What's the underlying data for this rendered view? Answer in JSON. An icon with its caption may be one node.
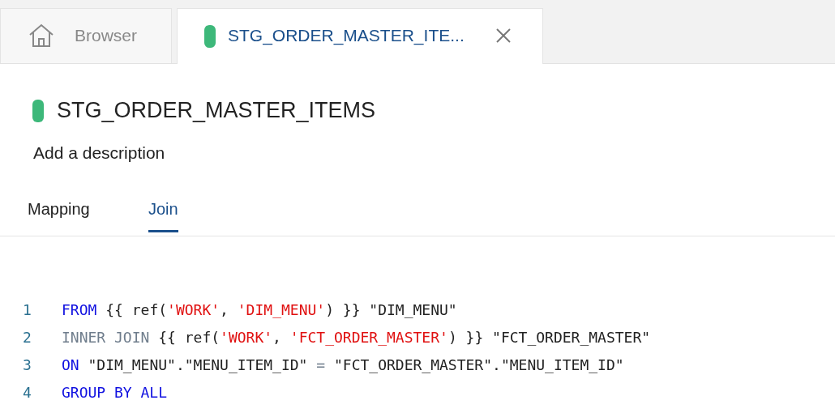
{
  "diagram": {
    "labels": [
      "Browser",
      "STG_ORDER_MASTER_ITE...",
      "STG_ORDER_MASTER_ITEMS",
      "Add a description",
      "Mapping",
      "Join",
      "1",
      "FROM {{ ref('WORK', 'DIM_MENU') }} \"DIM_MENU\"",
      "2",
      "INNER JOIN {{ ref('WORK', 'FCT_ORDER_MASTER') }} \"FCT_ORDER_MASTER\"",
      "3",
      "ON \"DIM_MENU\".\"MENU_ITEM_ID\" = \"FCT_ORDER_MASTER\".\"MENU_ITEM_ID\"",
      "4",
      "GROUP BY ALL"
    ]
  }
}
